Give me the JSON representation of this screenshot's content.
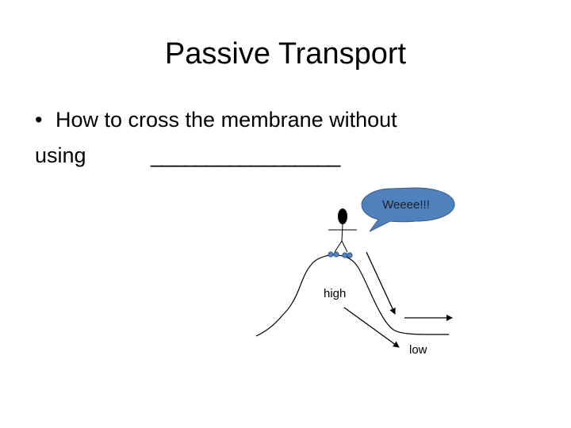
{
  "slide": {
    "title": "Passive Transport",
    "bullet_glyph": "•",
    "bullet_text": "How to cross the membrane without",
    "bullet_text_line2": "using",
    "blank_line": "_________________"
  },
  "diagram": {
    "speech_bubble": "Weeee!!!",
    "label_high": "high",
    "label_low": "low",
    "bubble_color": "#4f81bd",
    "wheel_color": "#4f81bd"
  }
}
